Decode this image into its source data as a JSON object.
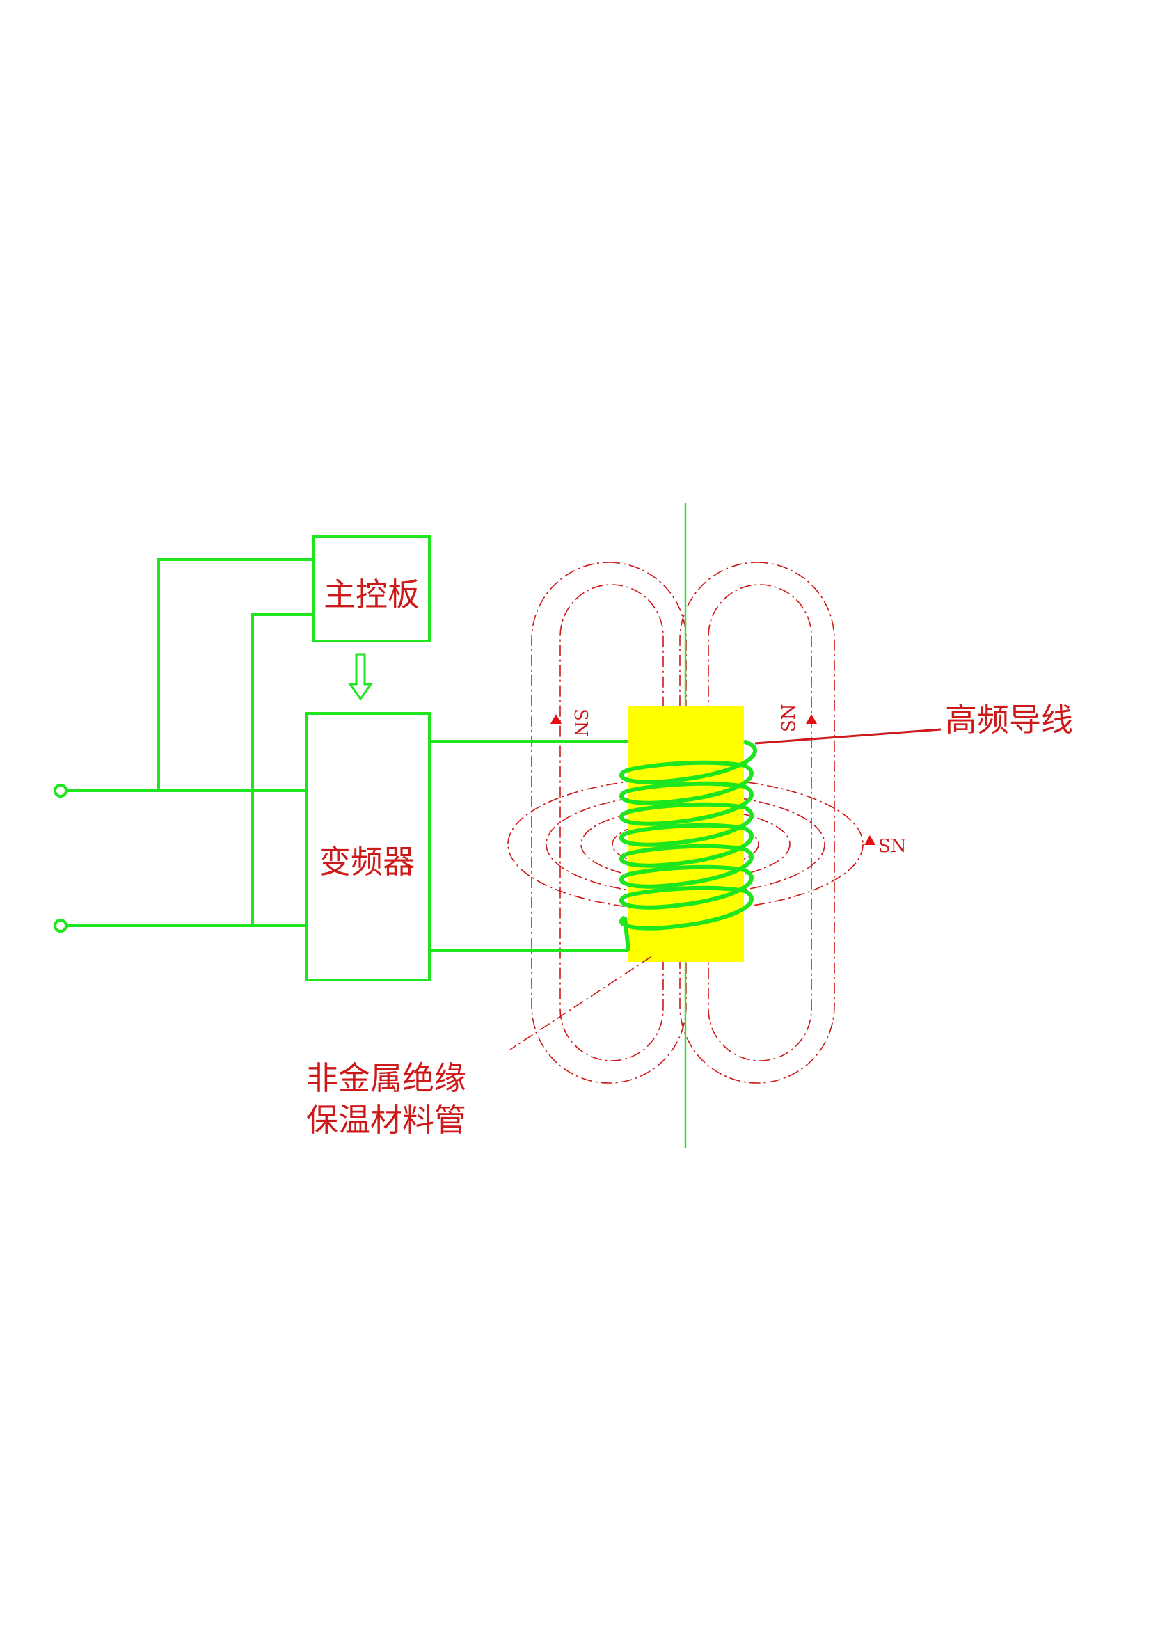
{
  "labels": {
    "main_control_board": "主控板",
    "inverter": "变频器",
    "hf_wire": "高频导线",
    "pipe_line1": "非金属绝缘",
    "pipe_line2": "保温材料管",
    "pole_marker": "SN"
  },
  "colors": {
    "wire": "#1ee61e",
    "field": "#d01818",
    "text": "#cc1a1a",
    "pipe": "#ffff00",
    "pipe_dark": "#e8d800"
  },
  "icons": [
    "terminal-icon",
    "down-arrow-icon",
    "pole-arrow-icon"
  ]
}
